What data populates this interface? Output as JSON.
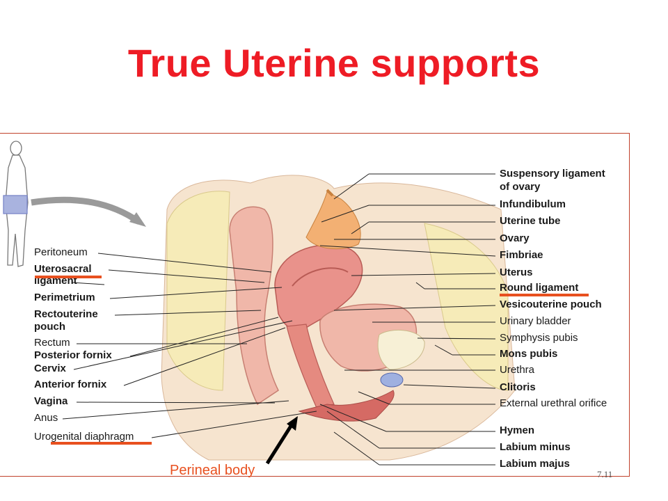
{
  "title": "True Uterine supports",
  "annotation": "Perineal body",
  "figure_number": "7.11",
  "left_labels": {
    "peritoneum": "Peritoneum",
    "uterosacral_1": "Uterosacral",
    "uterosacral_2": "ligament",
    "perimetrium": "Perimetrium",
    "rectouterine_1": "Rectouterine",
    "rectouterine_2": "pouch",
    "rectum": "Rectum",
    "posterior_fornix": "Posterior fornix",
    "cervix": "Cervix",
    "anterior_fornix": "Anterior fornix",
    "vagina": "Vagina",
    "anus": "Anus",
    "urogenital_diaphragm": "Urogenital diaphragm"
  },
  "right_labels": {
    "suspensory_1": "Suspensory ligament",
    "suspensory_2": "of ovary",
    "infundibulum": "Infundibulum",
    "uterine_tube": "Uterine tube",
    "ovary": "Ovary",
    "fimbriae": "Fimbriae",
    "uterus": "Uterus",
    "round_ligament": "Round ligament",
    "vesicouterine_pouch": "Vesicouterine pouch",
    "urinary_bladder": "Urinary bladder",
    "symphysis_pubis": "Symphysis pubis",
    "mons_pubis": "Mons pubis",
    "urethra": "Urethra",
    "clitoris": "Clitoris",
    "external_urethral_orifice": "External urethral orifice",
    "hymen": "Hymen",
    "labium_minus": "Labium minus",
    "labium_majus": "Labium majus"
  },
  "colors": {
    "title": "#ee1c25",
    "highlight": "#e8501f",
    "tissue": "#f2c9b8",
    "uterus": "#e07f78",
    "fat": "#f6ebb8"
  }
}
